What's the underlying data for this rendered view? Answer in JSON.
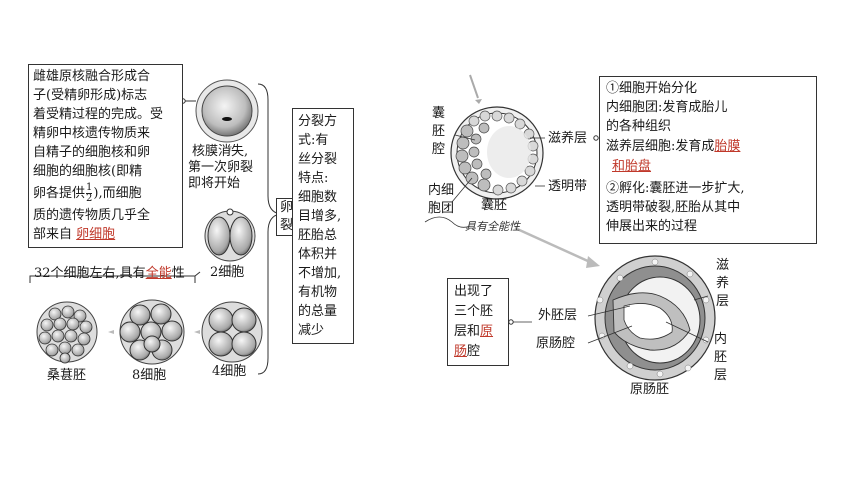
{
  "left": {
    "fertilization_box": {
      "lines": [
        "雌雄原核融合形成合",
        "子(受精卵形成)标志",
        "着受精过程的完成。受",
        "精卵中核遗传物质来",
        "自精子的细胞核和卵",
        "细胞的细胞核(即精",
        "卵各提供",
        "),而细胞",
        "质的遗传物质几乎全",
        "部来自"
      ],
      "frac_num": "1",
      "frac_den": "2",
      "answer": "卵细胞"
    },
    "nucleus_note": [
      "核膜消失,",
      "第一次卵裂",
      "即将开始"
    ],
    "two_cell": "2细胞",
    "four_cell": "4细胞",
    "eight_cell": "8细胞",
    "morula": "桑葚胚",
    "totipotent_prefix": "32个细胞左右,具有",
    "totipotent_answer": "全能",
    "totipotent_suffix": "性",
    "cleavage_tag": "卵裂",
    "cleavage_box": [
      "分裂方",
      "式:有",
      "丝分裂",
      "特点:",
      "细胞数",
      "目增多,",
      "胚胎总",
      "体积并",
      "不增加,",
      "有机物",
      "的总量",
      "减少"
    ]
  },
  "right": {
    "blastocyst_labels": {
      "cavity": [
        "囊",
        "胚",
        "腔"
      ],
      "inner_mass": [
        "内细",
        "胞团"
      ],
      "trophoblast": "滋养层",
      "zona": "透明带",
      "blastocyst": "囊胚",
      "handwriting": "具有全能性"
    },
    "differentiation_box": {
      "line1": "①细胞开始分化",
      "line2": "内细胞团:发育成胎儿",
      "line3": "的各种组织",
      "line4_prefix": "滋养层细胞:发育成",
      "ans1a": "胎膜",
      "ans1b": "和胎盘",
      "line6": "②孵化:囊胚进一步扩大,",
      "line7": "透明带破裂,胚胎从其中",
      "line8": "伸展出来的过程"
    },
    "gastrula_box": {
      "l1": "出现了",
      "l2": "三个胚",
      "l3": "层和",
      "ans_a": "原",
      "ans_b": "肠",
      "l4_suffix": "腔"
    },
    "gastrula_labels": {
      "ectoderm": "外胚层",
      "archenteron": "原肠腔",
      "trophoblast": [
        "滋",
        "养",
        "层"
      ],
      "endoderm": [
        "内",
        "胚",
        "层"
      ],
      "gastrula": "原肠胚"
    }
  }
}
